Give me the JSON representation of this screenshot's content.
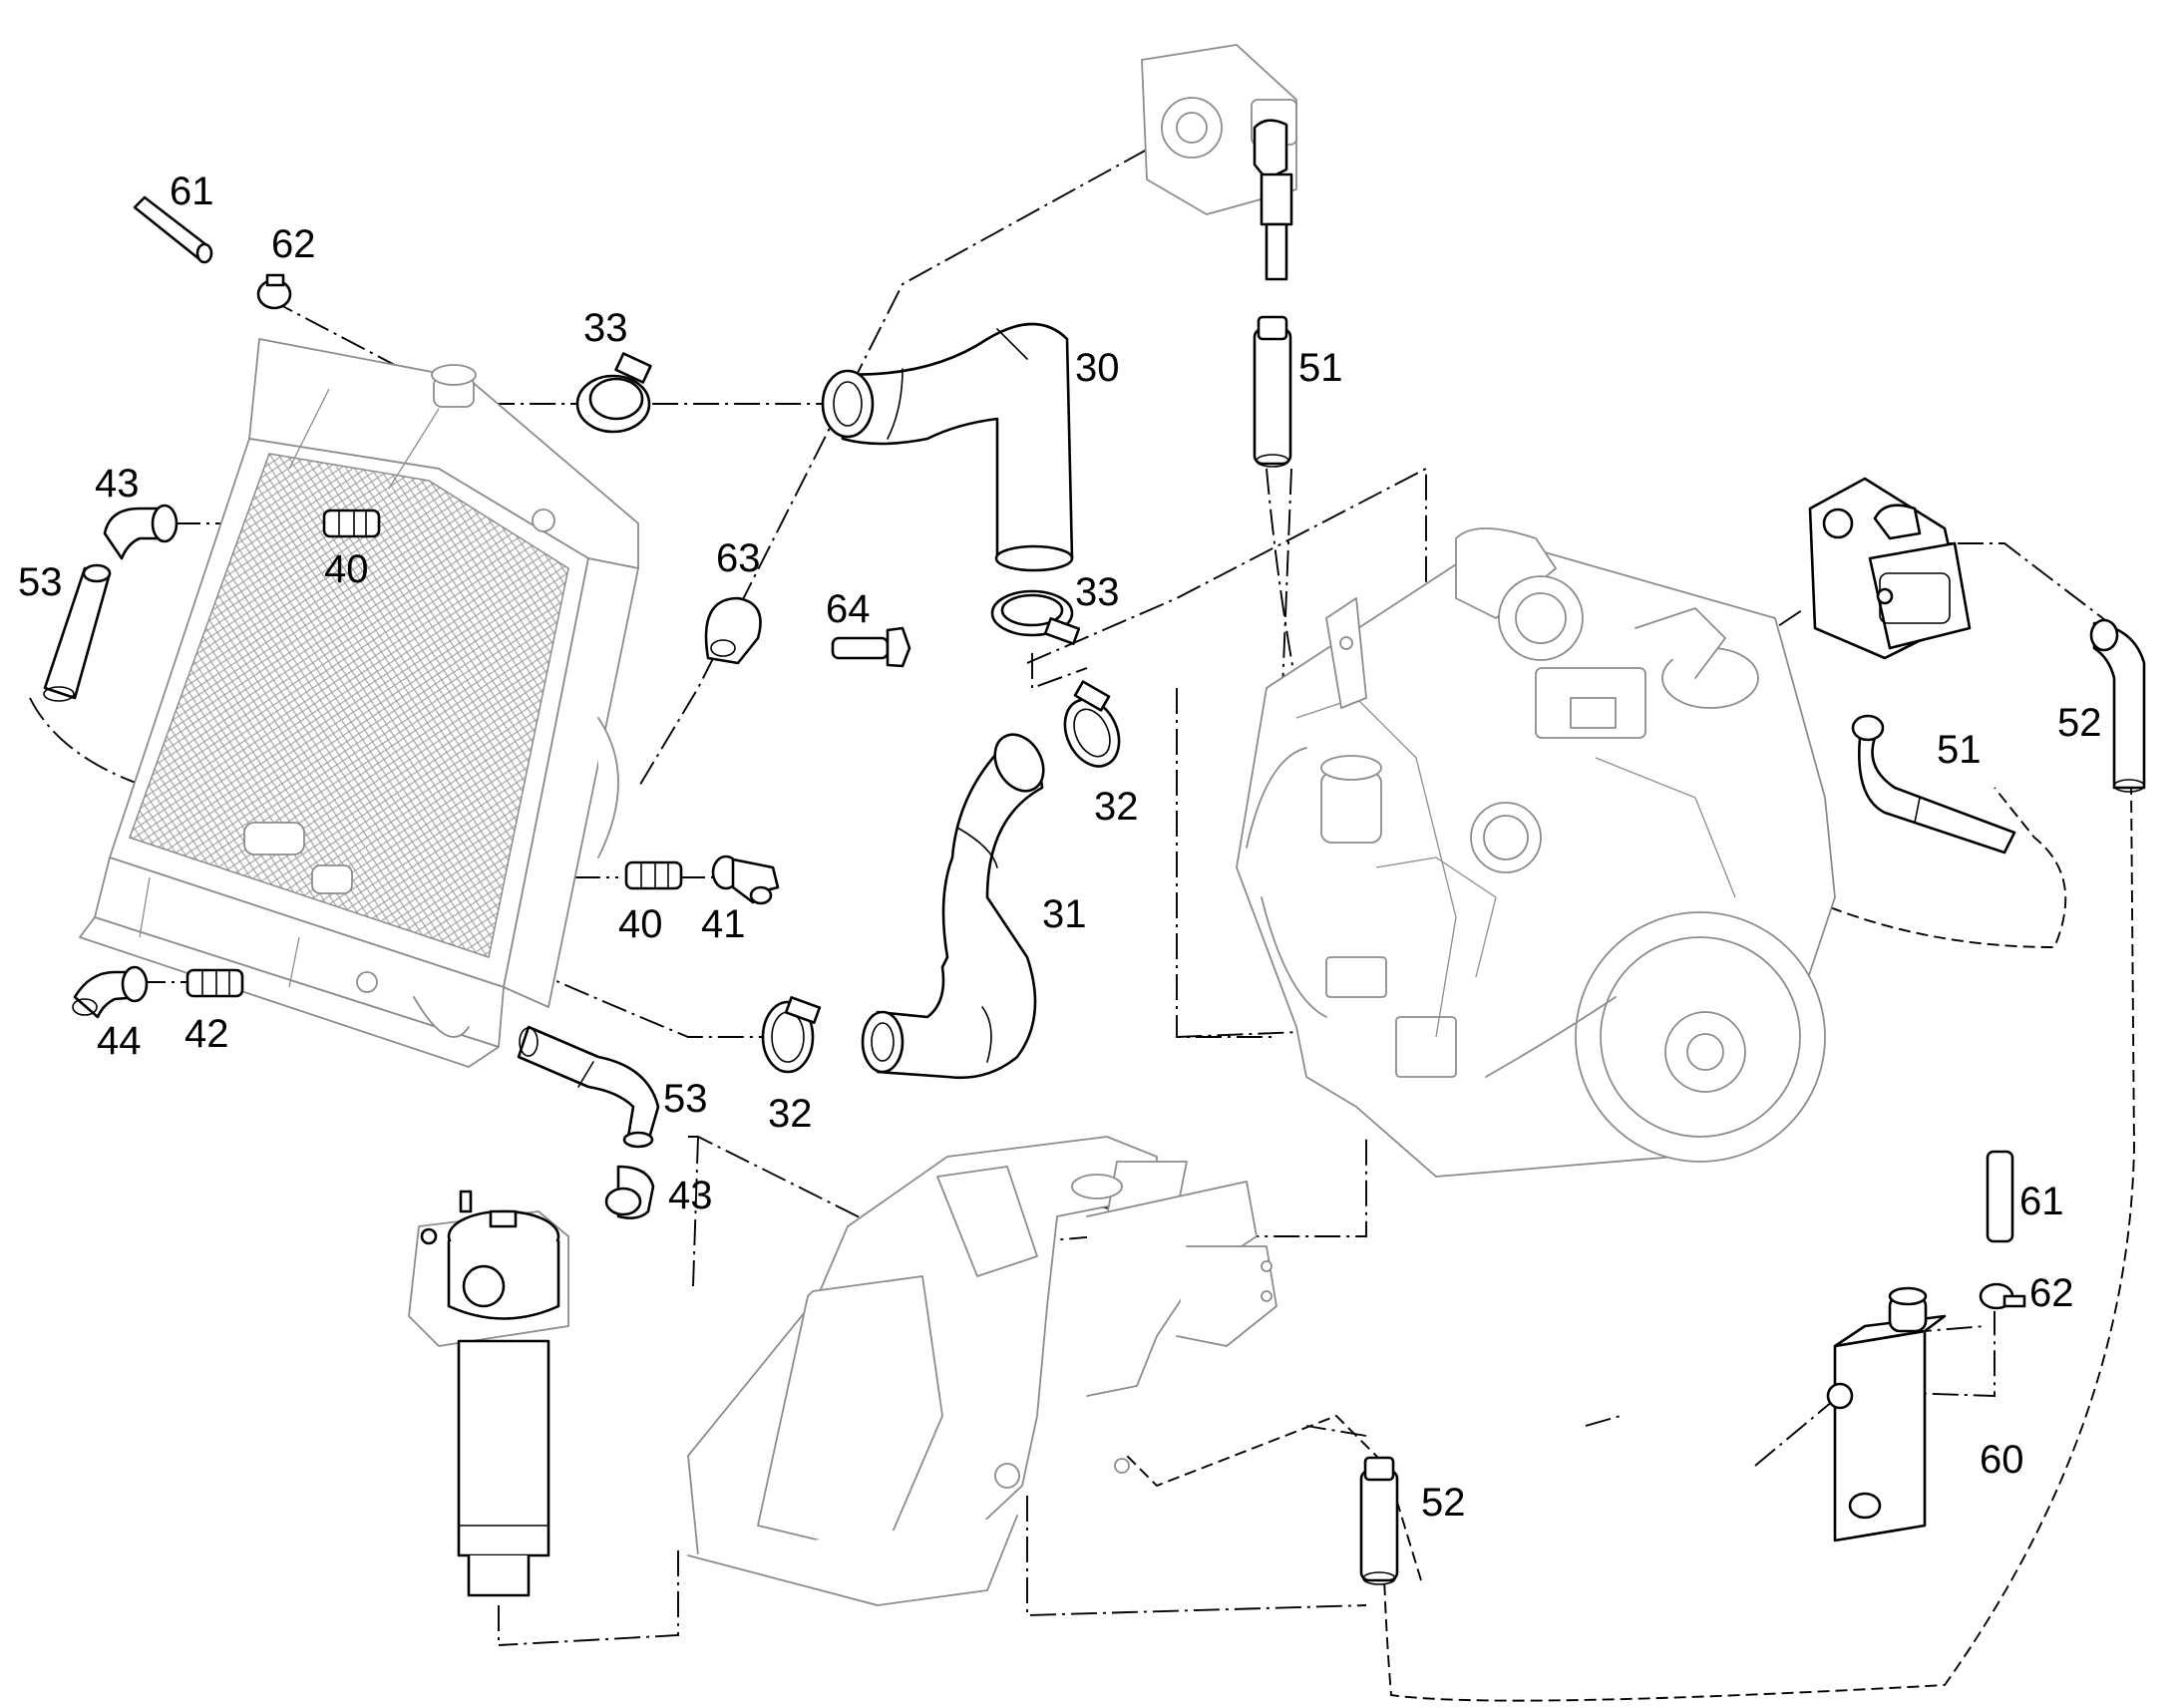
{
  "diagram": {
    "callouts": [
      {
        "id": "c61a",
        "text": "61"
      },
      {
        "id": "c62a",
        "text": "62"
      },
      {
        "id": "c33a",
        "text": "33"
      },
      {
        "id": "c30",
        "text": "30"
      },
      {
        "id": "c51a",
        "text": "51"
      },
      {
        "id": "c43a",
        "text": "43"
      },
      {
        "id": "c53a",
        "text": "53"
      },
      {
        "id": "c40a",
        "text": "40"
      },
      {
        "id": "c63",
        "text": "63"
      },
      {
        "id": "c64",
        "text": "64"
      },
      {
        "id": "c33b",
        "text": "33"
      },
      {
        "id": "c32a",
        "text": "32"
      },
      {
        "id": "c31",
        "text": "31"
      },
      {
        "id": "c40b",
        "text": "40"
      },
      {
        "id": "c41",
        "text": "41"
      },
      {
        "id": "c44",
        "text": "44"
      },
      {
        "id": "c42",
        "text": "42"
      },
      {
        "id": "c32b",
        "text": "32"
      },
      {
        "id": "c53b",
        "text": "53"
      },
      {
        "id": "c43b",
        "text": "43"
      },
      {
        "id": "c52a",
        "text": "52"
      },
      {
        "id": "c51b",
        "text": "51"
      },
      {
        "id": "c61b",
        "text": "61"
      },
      {
        "id": "c62b",
        "text": "62"
      },
      {
        "id": "c60",
        "text": "60"
      },
      {
        "id": "c52b",
        "text": "52"
      }
    ]
  }
}
